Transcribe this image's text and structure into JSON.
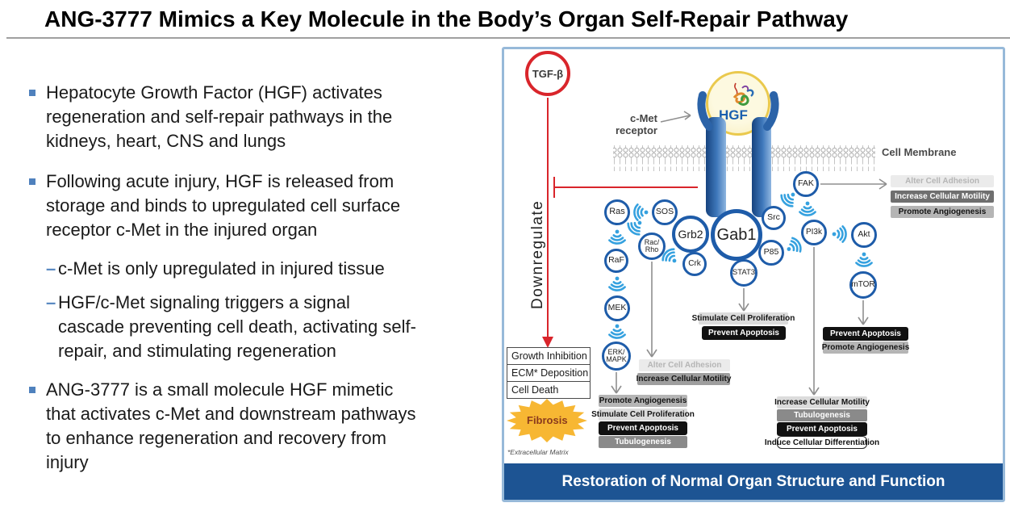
{
  "slide": {
    "title": "ANG-3777 Mimics a Key Molecule in the Body’s Organ Self-Repair Pathway"
  },
  "bullets": {
    "marker_dash": "–",
    "b1": "Hepatocyte Growth Factor (HGF) activates\nregeneration and self-repair pathways in the\nkidneys, heart, CNS and lungs",
    "b2": "Following acute injury, HGF is released from\nstorage and binds to upregulated cell surface\nreceptor c-Met in the injured organ",
    "s1": "c-Met is only upregulated in injured tissue",
    "s2": "HGF/c-Met signaling triggers a signal\ncascade preventing cell death, activating self-\nrepair, and stimulating regeneration",
    "b3": "ANG-3777 is a small molecule HGF mimetic\nthat activates c-Met and downstream pathways\nto enhance regeneration and recovery from\ninjury"
  },
  "diagram": {
    "tgf": "TGF-β",
    "downregulate": "Downregulate",
    "cmet_label": "c-Met\nreceptor",
    "hgf": "HGF",
    "cell_membrane": "Cell Membrane",
    "nodes": {
      "ras": "Ras",
      "sos": "SOS",
      "grb2": "Grb2",
      "gab1": "Gab1",
      "src": "Src",
      "p85": "P85",
      "stat3": "STAT3",
      "crk": "Crk",
      "rac1": "Rac/",
      "rac2": "Rho",
      "raf": "RaF",
      "mek": "MEK",
      "erk1": "ERK/",
      "erk2": "MAPK",
      "fak": "FAK",
      "pi3k": "PI3k",
      "akt": "Akt",
      "mtor": "mTOR"
    },
    "outcomes": {
      "fak": [
        "Alter Cell Adhesion",
        "Increase Cellular Motility",
        "Promote Angiogenesis"
      ],
      "mid": [
        "Alter Cell Adhesion",
        "Increase Cellular Motility"
      ],
      "stat3": [
        "Stimulate Cell Proliferation",
        "Prevent Apoptosis"
      ],
      "erk": [
        "Promote Angiogenesis",
        "Stimulate Cell Proliferation",
        "Prevent Apoptosis",
        "Tubulogenesis"
      ],
      "mtor": [
        "Prevent Apoptosis",
        "Promote Angiogenesis"
      ],
      "pi3k": [
        "Increase Cellular Motility",
        "Tubulogenesis",
        "Prevent Apoptosis",
        "Induce Cellular Differentiation"
      ]
    },
    "left_box": [
      "Growth Inhibition",
      "ECM* Deposition",
      "Cell Death"
    ],
    "fibrosis": "Fibrosis",
    "footnote": "*Extracellular Matrix",
    "banner": "Restoration of Normal Organ Structure and Function"
  },
  "colors": {
    "accent_red": "#d9252b",
    "node_blue": "#1e5ca9",
    "signal_blue": "#35a1df",
    "banner_blue": "#1d5493",
    "star_yellow": "#f7b733",
    "bullet_blue": "#4f81bd"
  }
}
